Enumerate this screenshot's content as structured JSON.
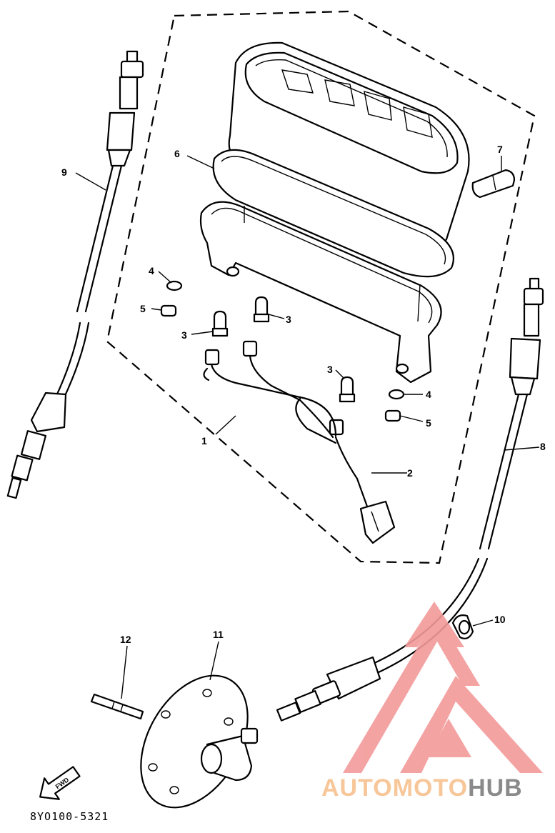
{
  "diagram": {
    "drawing_code": "8YO100-5321",
    "fwd_label": "FWD",
    "callouts": {
      "c1": "1",
      "c2": "2",
      "c3a": "3",
      "c3b": "3",
      "c3c": "3",
      "c4a": "4",
      "c4b": "4",
      "c5a": "5",
      "c5b": "5",
      "c6": "6",
      "c7": "7",
      "c8": "8",
      "c9": "9",
      "c10": "10",
      "c11": "11",
      "c12": "12"
    }
  },
  "watermark": {
    "part1": "AUTOMOTO",
    "part2": "HUB",
    "colors": {
      "logo": "#f39a9a",
      "text1": "#f7c79a",
      "text2": "#8a8a8a"
    }
  }
}
